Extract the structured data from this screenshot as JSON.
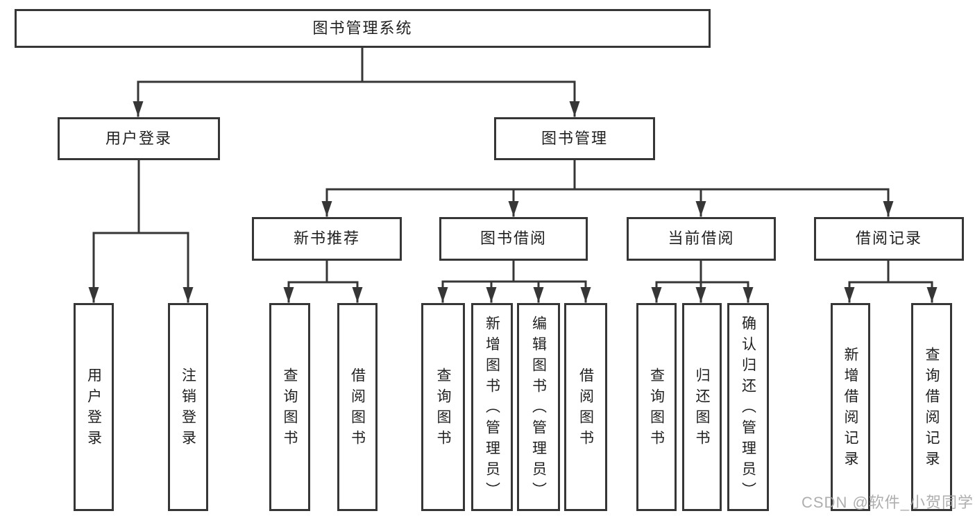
{
  "diagram": {
    "root": {
      "label": "图书管理系统",
      "children": [
        {
          "label": "用户登录",
          "children": [
            {
              "label": "用户登录"
            },
            {
              "label": "注销登录"
            }
          ]
        },
        {
          "label": "图书管理",
          "children": [
            {
              "label": "新书推荐",
              "children": [
                {
                  "label": "查询图书"
                },
                {
                  "label": "借阅图书"
                }
              ]
            },
            {
              "label": "图书借阅",
              "children": [
                {
                  "label": "查询图书"
                },
                {
                  "label": "新增图书（管理员）"
                },
                {
                  "label": "编辑图书（管理员）"
                },
                {
                  "label": "借阅图书"
                }
              ]
            },
            {
              "label": "当前借阅",
              "children": [
                {
                  "label": "查询图书"
                },
                {
                  "label": "归还图书"
                },
                {
                  "label": "确认归还（管理员）"
                }
              ]
            },
            {
              "label": "借阅记录",
              "children": [
                {
                  "label": "新增借阅记录"
                },
                {
                  "label": "查询借阅记录"
                }
              ]
            }
          ]
        }
      ]
    }
  },
  "watermark": {
    "text": "CSDN @软件_小贺同学"
  },
  "colors": {
    "line": "#363636",
    "text": "#1f1f1f",
    "watermark": "#a6a6a6",
    "bg": "#ffffff"
  }
}
